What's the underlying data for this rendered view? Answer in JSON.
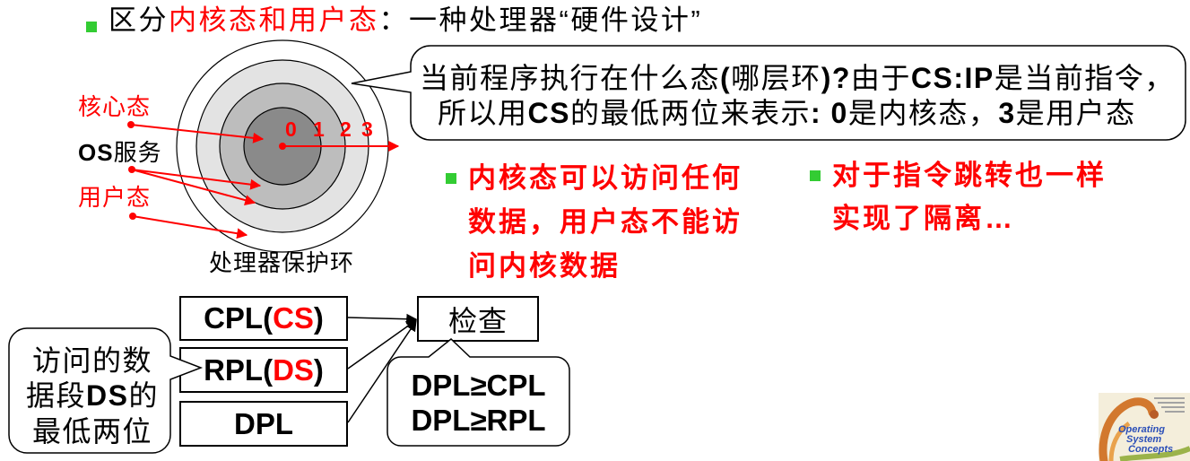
{
  "title": {
    "prefix": "区分",
    "highlight": "内核态和用户态",
    "suffix": "：一种处理器“硬件设计”"
  },
  "colors": {
    "red": "#ff0000",
    "bullet_green": "#33cc33",
    "ink": "#000000",
    "ring_outer": "#ffffff",
    "ring_second": "#e3e3e3",
    "ring_third": "#bdbdbd",
    "ring_core": "#8a8a8a"
  },
  "rings": {
    "numbers": [
      "0",
      "1",
      "2",
      "3"
    ],
    "caption": "处理器保护环",
    "labels": {
      "kernel": "核心态",
      "os_prefix": "OS",
      "os_suffix": "服务",
      "user": "用户态"
    }
  },
  "callout_top": {
    "line1": [
      "当前程序执行在什么态",
      "(",
      "哪层环",
      ")?",
      "由于",
      "CS:IP",
      "是当前指令，"
    ],
    "line2": [
      "所以用",
      "CS",
      "的最低两位来表示",
      ": 0",
      "是内核态，",
      "3",
      "是用户态"
    ]
  },
  "bullet_kernel": {
    "lines": [
      "内核态可以访问任何",
      "数据，用户态不能访",
      "问内核数据"
    ]
  },
  "bullet_jump": {
    "lines": [
      "对于指令跳转也一样",
      "实现了隔离…"
    ]
  },
  "check_flow": {
    "cpl": {
      "prefix": "CPL(",
      "reg": "CS",
      "suffix": ")"
    },
    "rpl": {
      "prefix": "RPL(",
      "reg": "DS",
      "suffix": ")"
    },
    "dpl": "DPL",
    "check": "检查",
    "rules": [
      "DPL≥CPL",
      "DPL≥RPL"
    ]
  },
  "note_left": {
    "line1": "访问的数",
    "line2": [
      "据段",
      "DS",
      "的"
    ],
    "line3": "最低两位"
  },
  "logo": {
    "lines": [
      "Operating",
      "System",
      "Concepts"
    ]
  }
}
